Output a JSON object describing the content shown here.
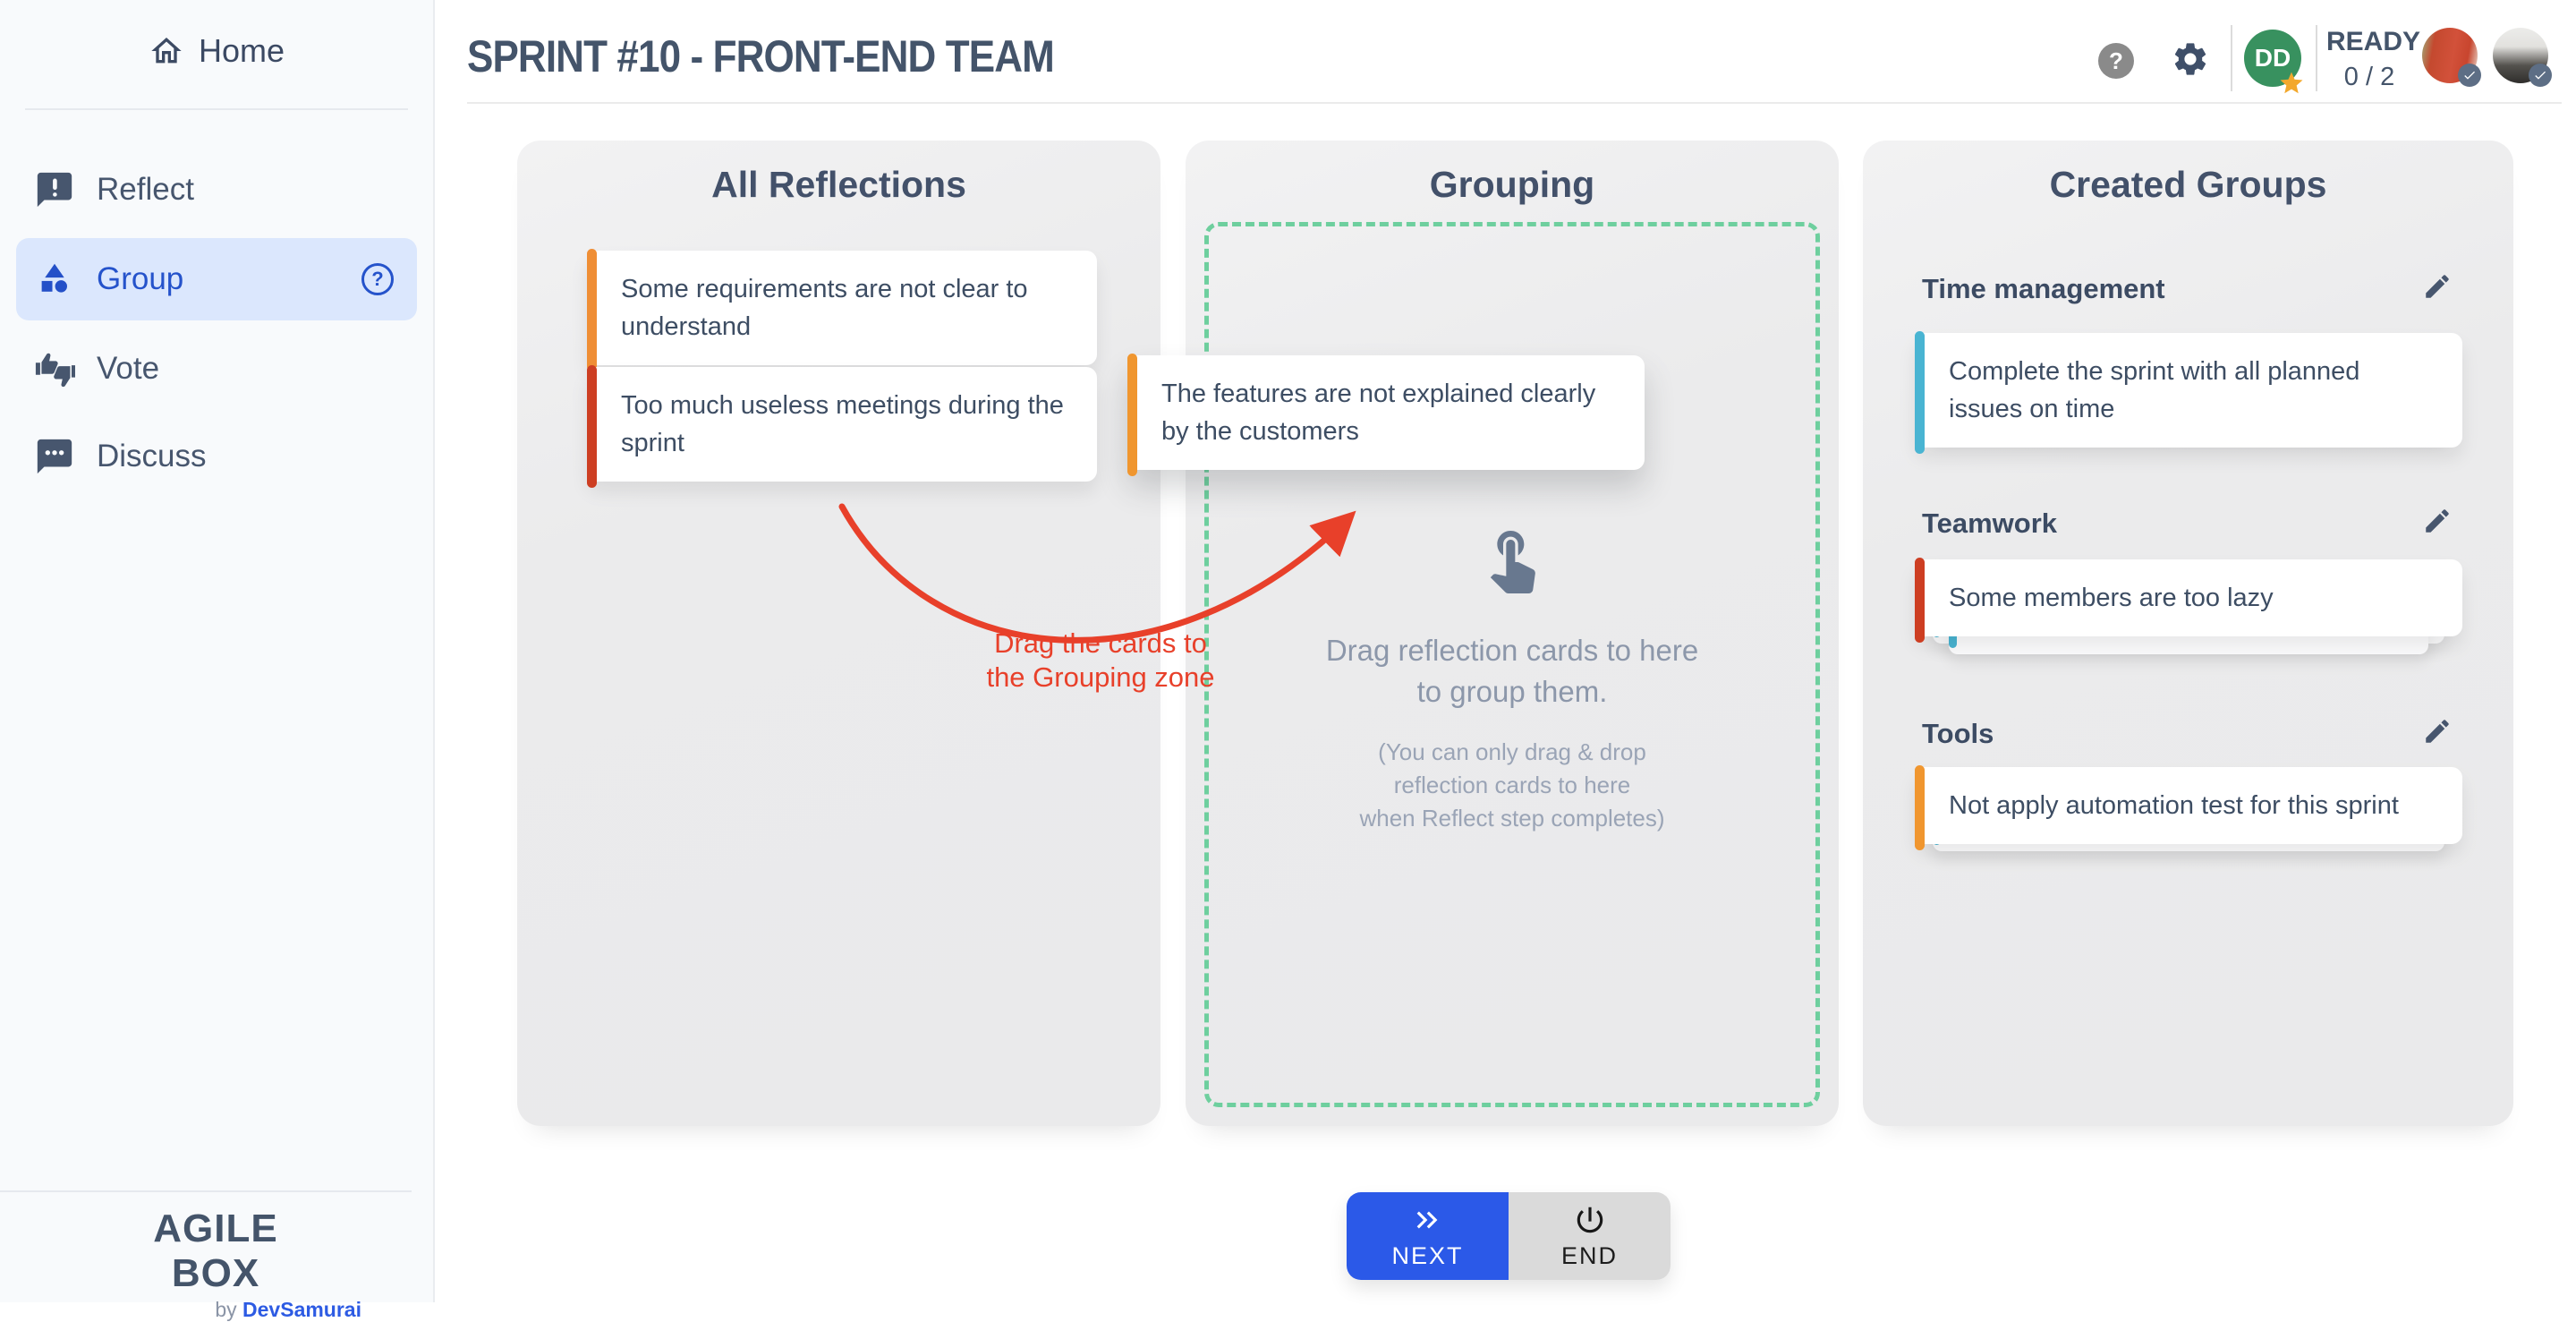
{
  "app": {
    "title": "SPRINT #10 - FRONT-END TEAM"
  },
  "sidebar": {
    "home": {
      "label": "Home"
    },
    "items": [
      {
        "label": "Reflect"
      },
      {
        "label": "Group",
        "active": true
      },
      {
        "label": "Vote"
      },
      {
        "label": "Discuss"
      }
    ],
    "footer": {
      "logo": "AGILE BOX",
      "byline_prefix": "by ",
      "byline_brand": "DevSamurai"
    }
  },
  "header": {
    "help": "?",
    "user_initials": "DD",
    "ready_label": "READY",
    "ready_count": "0 / 2"
  },
  "panels": {
    "reflections": {
      "title": "All Reflections",
      "cards": [
        {
          "text": "Some requirements are not clear to understand",
          "accent": "#ef8e35"
        },
        {
          "text": "Too much useless meetings during the sprint",
          "accent": "#cd3e22"
        }
      ]
    },
    "dragged_card": {
      "text": "The features are not explained clearly by the customers",
      "accent": "#f0962f"
    },
    "grouping": {
      "title": "Grouping",
      "hint_line1": "Drag reflection cards to here",
      "hint_line2": "to group them.",
      "note_line1": "(You can only drag & drop",
      "note_line2": "reflection cards to here",
      "note_line3": "when Reflect step completes)"
    },
    "groups": {
      "title": "Created Groups",
      "items": [
        {
          "name": "Time management",
          "card": "Complete the sprint with all planned issues on time",
          "accent": "#49b4d2"
        },
        {
          "name": "Teamwork",
          "card": "Some members are too lazy",
          "accent": "#cd3e22"
        },
        {
          "name": "Tools",
          "card": "Not apply automation test for this sprint",
          "accent": "#f0962f"
        }
      ]
    }
  },
  "annotation": {
    "line1": "Drag the cards to",
    "line2": "the Grouping zone",
    "color": "#e8402a"
  },
  "footer_buttons": {
    "next": "NEXT",
    "end": "END"
  },
  "colors": {
    "accent_blue": "#2b59e8",
    "active_nav_bg": "#dbe7fd",
    "active_nav_text": "#2553cb",
    "dashed_zone_green": "#6ecf9e",
    "group_peek_accent": "#49b4d2",
    "avatar_green": "#38915f",
    "star_yellow": "#f3a82c",
    "annotation_red": "#e8402a"
  }
}
